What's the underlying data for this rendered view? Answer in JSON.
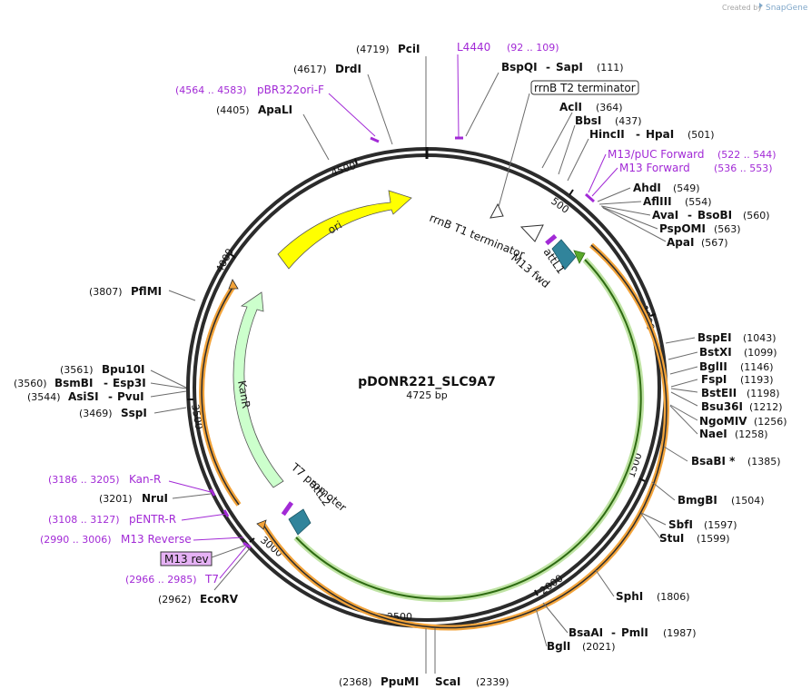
{
  "branding": {
    "created_by": "Created by",
    "app_name": "SnapGene"
  },
  "plasmid": {
    "name": "pDONR221_SLC9A7",
    "length_label": "4725 bp",
    "length": 4725
  },
  "tick_labels": [
    "500",
    "1000",
    "1500",
    "2000",
    "2500",
    "3000",
    "3500",
    "4000",
    "4500"
  ],
  "sites": [
    {
      "name": "PciI",
      "pos": "(4719)"
    },
    {
      "name": "DrdI",
      "pos": "(4617)"
    },
    {
      "name": "ApaLI",
      "pos": "(4405)"
    },
    {
      "name": "BspQI",
      "name2": "SapI",
      "pos": "(111)"
    },
    {
      "name": "AclI",
      "pos": "(364)"
    },
    {
      "name": "BbsI",
      "pos": "(437)"
    },
    {
      "name": "HincII",
      "name2": "HpaI",
      "pos": "(501)"
    },
    {
      "name": "AhdI",
      "pos": "(549)"
    },
    {
      "name": "AflIII",
      "pos": "(554)"
    },
    {
      "name": "AvaI",
      "name2": "BsoBI",
      "pos": "(560)"
    },
    {
      "name": "PspOMI",
      "pos": "(563)"
    },
    {
      "name": "ApaI",
      "pos": "(567)"
    },
    {
      "name": "BspEI",
      "pos": "(1043)"
    },
    {
      "name": "BstXI",
      "pos": "(1099)"
    },
    {
      "name": "BglII",
      "pos": "(1146)"
    },
    {
      "name": "FspI",
      "pos": "(1193)"
    },
    {
      "name": "BstEII",
      "pos": "(1198)"
    },
    {
      "name": "Bsu36I",
      "pos": "(1212)"
    },
    {
      "name": "NgoMIV",
      "pos": "(1256)"
    },
    {
      "name": "NaeI",
      "pos": "(1258)"
    },
    {
      "name": "BsaBI *",
      "pos": "(1385)"
    },
    {
      "name": "BmgBI",
      "pos": "(1504)"
    },
    {
      "name": "SbfI",
      "pos": "(1597)"
    },
    {
      "name": "StuI",
      "pos": "(1599)"
    },
    {
      "name": "SphI",
      "pos": "(1806)"
    },
    {
      "name": "BsaAI",
      "name2": "PmlI",
      "pos": "(1987)"
    },
    {
      "name": "BglI",
      "pos": "(2021)"
    },
    {
      "name": "PpuMI",
      "pos": "(2368)"
    },
    {
      "name": "ScaI",
      "pos": "(2339)"
    },
    {
      "name": "EcoRV",
      "pos": "(2962)"
    },
    {
      "name": "NruI",
      "pos": "(3201)"
    },
    {
      "name": "SspI",
      "pos": "(3469)"
    },
    {
      "name": "AsiSI",
      "name2": "PvuI",
      "pos": "(3544)"
    },
    {
      "name": "BsmBI",
      "name2": "Esp3I",
      "pos": "(3560)"
    },
    {
      "name": "Bpu10I",
      "pos": "(3561)"
    },
    {
      "name": "PflMI",
      "pos": "(3807)"
    }
  ],
  "primers": [
    {
      "name": "L4440",
      "range": "(92 .. 109)"
    },
    {
      "name": "pBR322ori-F",
      "range": "(4564 .. 4583)"
    },
    {
      "name": "M13/pUC Forward",
      "range": "(522 .. 544)"
    },
    {
      "name": "M13 Forward",
      "range": "(536 .. 553)"
    },
    {
      "name": "Kan-R",
      "range": "(3186 .. 3205)"
    },
    {
      "name": "pENTR-R",
      "range": "(3108 .. 3127)"
    },
    {
      "name": "M13 Reverse",
      "range": "(2990 .. 3006)"
    },
    {
      "name": "T7",
      "range": "(2966 .. 2985)"
    }
  ],
  "features": {
    "rrnb_t2": "rrnB T2 terminator",
    "rrnb_t1": "rrnB T1 terminator",
    "m13_fwd": "M13 fwd",
    "attl1": "attL1",
    "t7_promoter": "T7 promoter",
    "attl2": "attL2",
    "ori": "ori",
    "kanr": "KanR",
    "m13_rev": "M13 rev"
  },
  "colors": {
    "backbone": "#2b2b2b",
    "ori": "#ffff00",
    "kanr": "#ccffcc",
    "insert_orange": "#f2a33a",
    "insert_green": "#5aa92a",
    "att": "#31849b",
    "primer": "#a22ad6"
  }
}
